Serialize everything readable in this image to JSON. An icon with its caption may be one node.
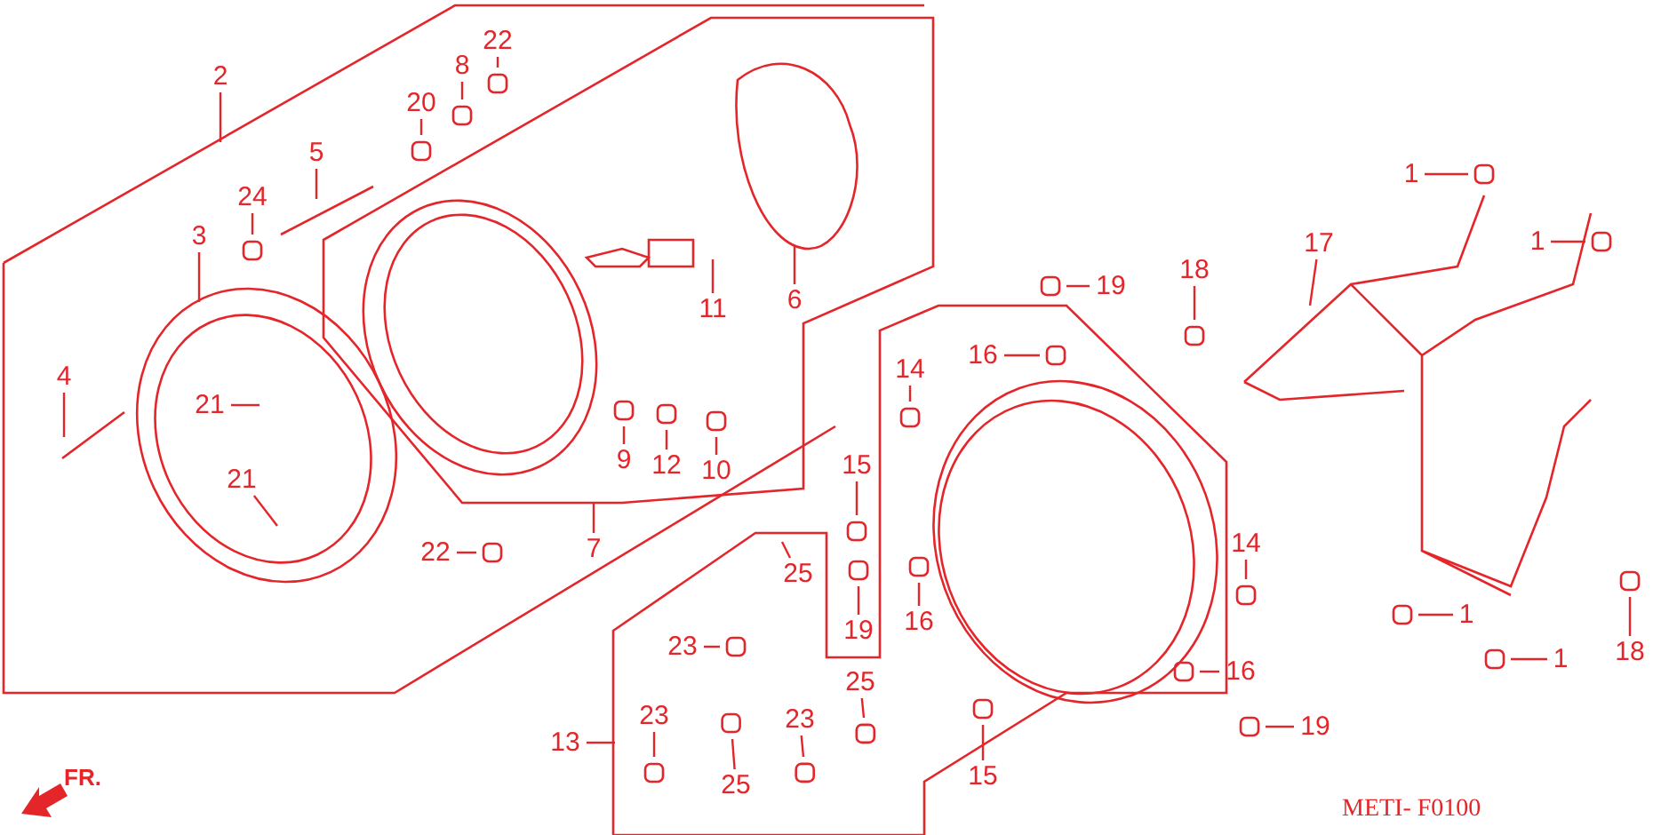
{
  "diagram": {
    "nodes": [
      {
        "text": [
          "2"
        ]
      },
      {
        "text": [
          "22"
        ]
      },
      {
        "text": [
          "8"
        ]
      },
      {
        "text": [
          "20"
        ]
      },
      {
        "text": [
          "5"
        ]
      },
      {
        "text": [
          "24"
        ]
      },
      {
        "text": [
          "3"
        ]
      },
      {
        "text": [
          "4"
        ]
      },
      {
        "text": [
          "21"
        ]
      },
      {
        "text": [
          "21"
        ]
      },
      {
        "text": [
          "11"
        ]
      },
      {
        "text": [
          "6"
        ]
      },
      {
        "text": [
          "9"
        ]
      },
      {
        "text": [
          "12"
        ]
      },
      {
        "text": [
          "10"
        ]
      },
      {
        "text": [
          "22"
        ]
      },
      {
        "text": [
          "7"
        ]
      },
      {
        "text": [
          "25"
        ]
      },
      {
        "text": [
          "23"
        ]
      },
      {
        "text": [
          "13"
        ]
      },
      {
        "text": [
          "23"
        ]
      },
      {
        "text": [
          "25"
        ]
      },
      {
        "text": [
          "23"
        ]
      },
      {
        "text": [
          "25"
        ]
      },
      {
        "text": [
          "15"
        ]
      },
      {
        "text": [
          "19"
        ]
      },
      {
        "text": [
          "14"
        ]
      },
      {
        "text": [
          "16"
        ]
      },
      {
        "text": [
          "19"
        ]
      },
      {
        "text": [
          "16"
        ]
      },
      {
        "text": [
          "15"
        ]
      },
      {
        "text": [
          "14"
        ]
      },
      {
        "text": [
          "16"
        ]
      },
      {
        "text": [
          "19"
        ]
      },
      {
        "text": [
          "18"
        ]
      },
      {
        "text": [
          "17"
        ]
      },
      {
        "text": [
          "1"
        ]
      },
      {
        "text": [
          "1"
        ]
      },
      {
        "text": [
          "1"
        ]
      },
      {
        "text": [
          "1"
        ]
      },
      {
        "text": [
          "18"
        ]
      }
    ],
    "edges": [
      {
        "from": 0,
        "to": null,
        "arrow": "none"
      },
      {
        "from": 1,
        "to": null,
        "arrow": "none"
      },
      {
        "from": 2,
        "to": null,
        "arrow": "none"
      },
      {
        "from": 3,
        "to": null,
        "arrow": "none"
      },
      {
        "from": 4,
        "to": null,
        "arrow": "none"
      },
      {
        "from": 5,
        "to": null,
        "arrow": "none"
      },
      {
        "from": 6,
        "to": null,
        "arrow": "none"
      },
      {
        "from": 7,
        "to": null,
        "arrow": "none"
      },
      {
        "from": 8,
        "to": null,
        "arrow": "none"
      },
      {
        "from": 9,
        "to": null,
        "arrow": "none"
      },
      {
        "from": 10,
        "to": null,
        "arrow": "none"
      },
      {
        "from": 11,
        "to": null,
        "arrow": "none"
      },
      {
        "from": 12,
        "to": null,
        "arrow": "none"
      },
      {
        "from": 13,
        "to": null,
        "arrow": "none"
      },
      {
        "from": 14,
        "to": null,
        "arrow": "none"
      },
      {
        "from": 15,
        "to": null,
        "arrow": "none"
      },
      {
        "from": 16,
        "to": null,
        "arrow": "none"
      },
      {
        "from": 17,
        "to": null,
        "arrow": "none"
      },
      {
        "from": 18,
        "to": null,
        "arrow": "none"
      },
      {
        "from": 19,
        "to": null,
        "arrow": "none"
      },
      {
        "from": 20,
        "to": null,
        "arrow": "none"
      },
      {
        "from": 21,
        "to": null,
        "arrow": "none"
      },
      {
        "from": 22,
        "to": null,
        "arrow": "none"
      },
      {
        "from": 23,
        "to": null,
        "arrow": "none"
      },
      {
        "from": 24,
        "to": null,
        "arrow": "none"
      },
      {
        "from": 25,
        "to": null,
        "arrow": "none"
      },
      {
        "from": 26,
        "to": null,
        "arrow": "none"
      },
      {
        "from": 27,
        "to": null,
        "arrow": "none"
      },
      {
        "from": 28,
        "to": null,
        "arrow": "none"
      },
      {
        "from": 29,
        "to": null,
        "arrow": "none"
      },
      {
        "from": 30,
        "to": null,
        "arrow": "none"
      },
      {
        "from": 31,
        "to": null,
        "arrow": "none"
      },
      {
        "from": 32,
        "to": null,
        "arrow": "none"
      },
      {
        "from": 33,
        "to": null,
        "arrow": "none"
      },
      {
        "from": 34,
        "to": null,
        "arrow": "none"
      },
      {
        "from": 35,
        "to": null,
        "arrow": "none"
      },
      {
        "from": 36,
        "to": null,
        "arrow": "none"
      },
      {
        "from": 37,
        "to": null,
        "arrow": "none"
      },
      {
        "from": 38,
        "to": null,
        "arrow": "none"
      },
      {
        "from": 39,
        "to": null,
        "arrow": "none"
      },
      {
        "from": 40,
        "to": null,
        "arrow": "none"
      }
    ],
    "labels": [
      "FR.",
      "METI- F0100"
    ]
  }
}
